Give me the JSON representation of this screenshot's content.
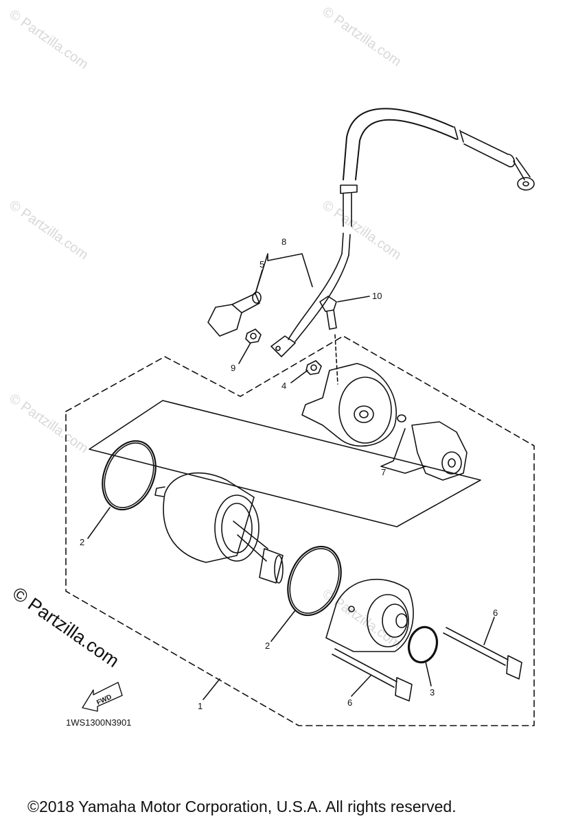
{
  "watermark": "© Partzilla.com",
  "watermark_big": "© Partzilla.com",
  "diagram_code": "1WS1300N3901",
  "copyright": "©2018  Yamaha Motor Corporation, U.S.A. All rights reserved.",
  "fwd_label": "FWD",
  "callouts": {
    "c1": "1",
    "c2a": "2",
    "c2b": "2",
    "c3": "3",
    "c4": "4",
    "c5": "5",
    "c6a": "6",
    "c6b": "6",
    "c7": "7",
    "c8": "8",
    "c9": "9",
    "c10": "10"
  }
}
